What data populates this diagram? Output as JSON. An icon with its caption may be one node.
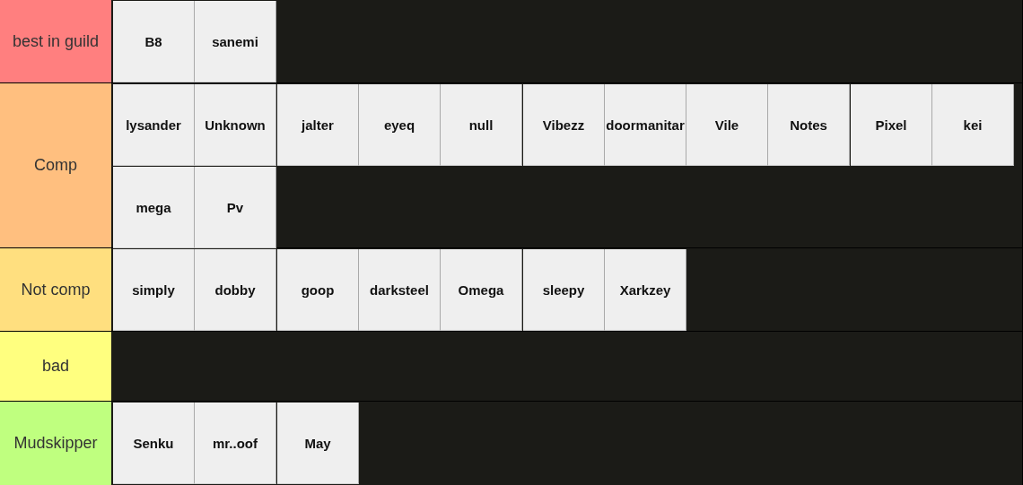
{
  "diagram": {
    "nodes": [
      {
        "text": [
          "best in guild"
        ]
      },
      {
        "text": [
          "B8"
        ],
        "in": 0
      },
      {
        "text": [
          "sanemi"
        ],
        "in": 0
      },
      {
        "text": [
          "Comp"
        ]
      },
      {
        "text": [
          "lysander"
        ],
        "in": 3
      },
      {
        "text": [
          "Unknown"
        ],
        "in": 3
      },
      {
        "text": [
          "jalter"
        ],
        "in": 3
      },
      {
        "text": [
          "eyeq"
        ],
        "in": 3
      },
      {
        "text": [
          "null"
        ],
        "in": 3
      },
      {
        "text": [
          "Vibezz"
        ],
        "in": 3
      },
      {
        "text": [
          "doormanitar"
        ],
        "in": 3
      },
      {
        "text": [
          "Vile"
        ],
        "in": 3
      },
      {
        "text": [
          "Notes"
        ],
        "in": 3
      },
      {
        "text": [
          "Pixel"
        ],
        "in": 3
      },
      {
        "text": [
          "kei"
        ],
        "in": 3
      },
      {
        "text": [
          "mega"
        ],
        "in": 3
      },
      {
        "text": [
          "Pv"
        ],
        "in": 3
      },
      {
        "text": [
          "Not comp"
        ]
      },
      {
        "text": [
          "simply"
        ],
        "in": 17
      },
      {
        "text": [
          "dobby"
        ],
        "in": 17
      },
      {
        "text": [
          "goop"
        ],
        "in": 17
      },
      {
        "text": [
          "darksteel"
        ],
        "in": 17
      },
      {
        "text": [
          "Omega"
        ],
        "in": 17
      },
      {
        "text": [
          "sleepy"
        ],
        "in": 17
      },
      {
        "text": [
          "Xarkzey"
        ],
        "in": 17
      },
      {
        "text": [
          "bad"
        ]
      },
      {
        "text": [
          "Mudskipper"
        ]
      },
      {
        "text": [
          "Senku"
        ],
        "in": 26
      },
      {
        "text": [
          "mr..oof"
        ],
        "in": 26
      },
      {
        "text": [
          "May"
        ],
        "in": 26
      }
    ]
  }
}
